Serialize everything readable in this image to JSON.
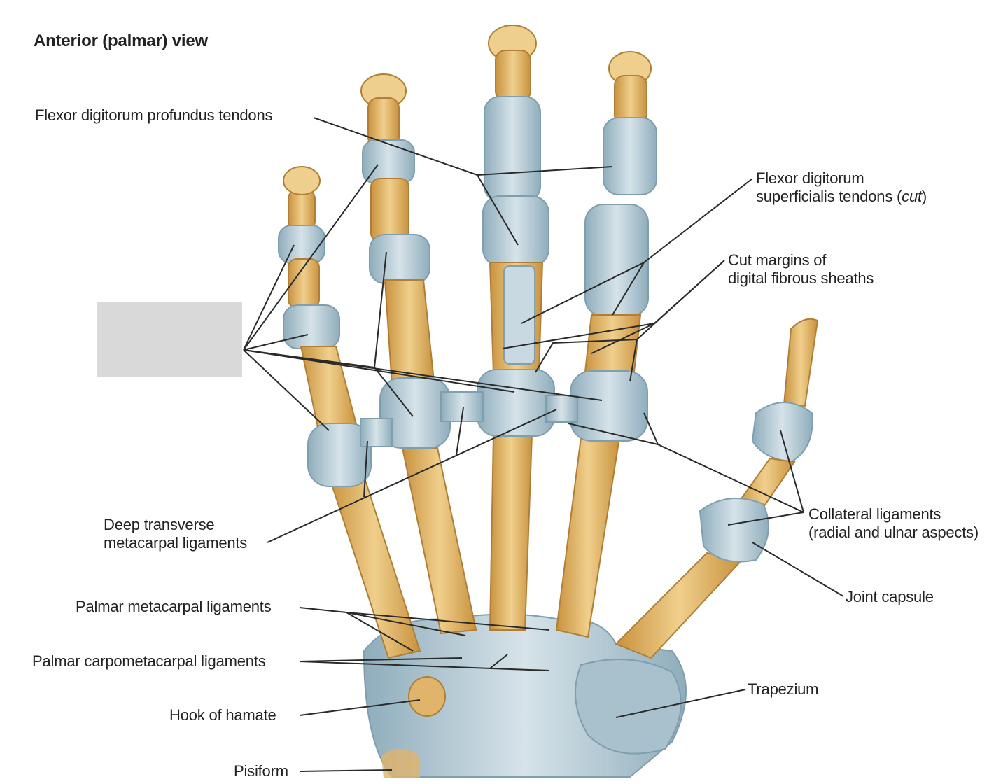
{
  "title": "Anterior (palmar) view",
  "labels": {
    "fdp": "Flexor digitorum profundus tendons",
    "fds_line1": "Flexor digitorum",
    "fds_line2a": "superficialis tendons (",
    "fds_line2b": "cut",
    "fds_line2c": ")",
    "cut_line1": "Cut margins of",
    "cut_line2": "digital fibrous sheaths",
    "dtm_line1": "Deep transverse",
    "dtm_line2": "metacarpal ligaments",
    "coll_line1": "Collateral ligaments",
    "coll_line2": "(radial and ulnar aspects)",
    "joint": "Joint capsule",
    "pml": "Palmar metacarpal ligaments",
    "pcml": "Palmar carpometacarpal ligaments",
    "hook": "Hook of hamate",
    "trapezium": "Trapezium",
    "pisiform": "Pisiform"
  },
  "colors": {
    "bone": "#e2b870",
    "bone_shade": "#c8923e",
    "ligament": "#b7ccd6",
    "ligament_dark": "#7f9eae",
    "leader": "#2a2a2a",
    "blank_box": "#d9d9d9"
  }
}
